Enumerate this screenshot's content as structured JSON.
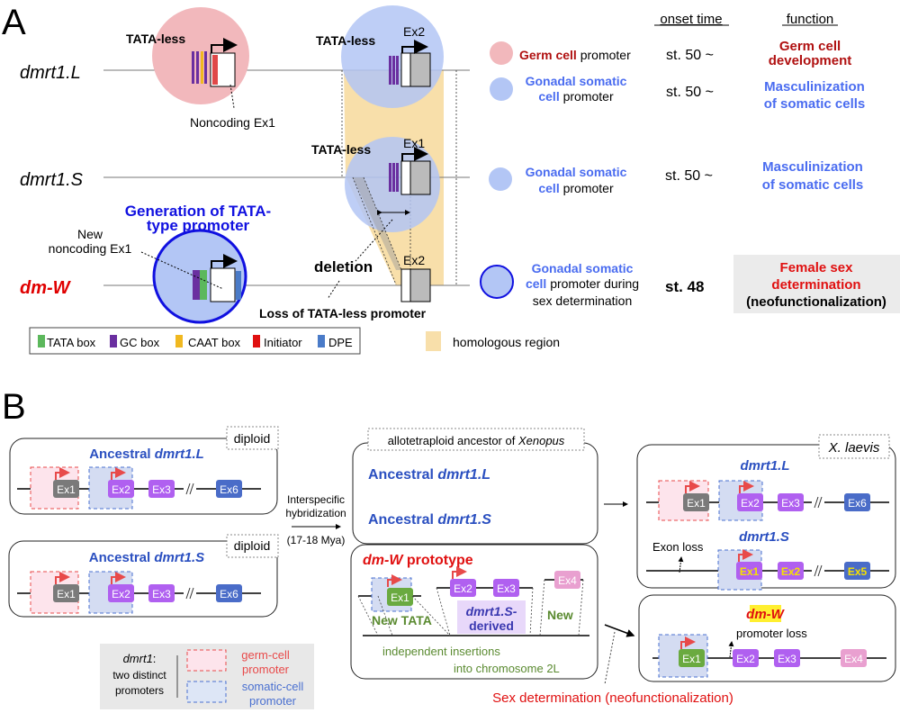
{
  "panelA": {
    "label": "A",
    "headers": {
      "onset": "onset time",
      "function": "function"
    },
    "genes": [
      {
        "name": "dmrt1.L",
        "color": "#000000"
      },
      {
        "name": "dmrt1.S",
        "color": "#000000"
      },
      {
        "name": "dm-W",
        "color": "#e00000"
      }
    ],
    "labels": {
      "tata_less_1": "TATA-less",
      "tata_less_2": "TATA-less",
      "tata_less_3": "TATA-less",
      "ex2_top": "Ex2",
      "ex1_mid": "Ex1",
      "ex2_bottom": "Ex2",
      "noncoding_ex1": "Noncoding Ex1",
      "generation_line1": "Generation of TATA-",
      "generation_line2": "type promoter",
      "new_noncoding_line1": "New",
      "new_noncoding_line2": "noncoding Ex1",
      "deletion": "deletion",
      "loss": "Loss of TATA-less promoter"
    },
    "rows": [
      {
        "legend_bold": "Germ cell",
        "legend_rest": " promoter",
        "legend_line2_bold": "",
        "legend_line2_rest": "",
        "onset": "st. 50 ~",
        "function_line1": "Germ cell",
        "function_line2": "development"
      },
      {
        "legend_bold": "Gonadal somatic",
        "legend_rest": "",
        "legend_line2_bold": "cell",
        "legend_line2_rest": " promoter",
        "onset": "st. 50 ~",
        "function_line1": "Masculinization",
        "function_line2": "of somatic cells"
      },
      {
        "legend_bold": "Gonadal somatic",
        "legend_rest": "",
        "legend_line2_bold": "cell",
        "legend_line2_rest": " promoter",
        "onset": "st. 50 ~",
        "function_line1": "Masculinization",
        "function_line2": "of somatic cells"
      },
      {
        "legend_bold": "Gonadal somatic",
        "legend_rest": "",
        "legend_line2_bold": "cell",
        "legend_line2_rest": " promoter during",
        "legend_line3": "sex determination",
        "onset": "st. 48",
        "function_line1": "Female sex",
        "function_line2": "determination",
        "function_line3": "(neofunctionalization)"
      }
    ],
    "legend": [
      {
        "label": "TATA box",
        "color": "#5cb85c"
      },
      {
        "label": "GC box",
        "color": "#6a2fa0"
      },
      {
        "label": "CAAT box",
        "color": "#f0b820"
      },
      {
        "label": "Initiator",
        "color": "#e01010"
      },
      {
        "label": "DPE",
        "color": "#4a7bc8"
      }
    ],
    "homologous_label": "homologous region",
    "colors": {
      "germ": "#f2b8bc",
      "somatic": "#b3c6f5",
      "homologous": "#f8dfaa",
      "dmw_ring": "#1010e0",
      "germ_text": "#b01010",
      "somatic_text": "#4a6cf0",
      "female_text": "#e01010"
    }
  },
  "panelB": {
    "label": "B",
    "ancestral_L": {
      "tag": "diploid",
      "title_prefix": "Ancestral ",
      "title_gene": "dmrt1.L",
      "exons": [
        "Ex1",
        "Ex2",
        "Ex3",
        "Ex6"
      ]
    },
    "ancestral_S": {
      "tag": "diploid",
      "title_prefix": "Ancestral ",
      "title_gene": "dmrt1.S",
      "exons": [
        "Ex1",
        "Ex2",
        "Ex3",
        "Ex6"
      ]
    },
    "hybridization": {
      "line1": "Interspecific",
      "line2": "hybridization",
      "line3": "(17-18 Mya)"
    },
    "allotetraploid": {
      "tag_prefix": "allotetraploid ancestor of ",
      "tag_species": "Xenopus",
      "line1_prefix": "Ancestral ",
      "line1_gene": "dmrt1.L",
      "line2_prefix": "Ancestral ",
      "line2_gene": "dmrt1.S"
    },
    "prototype": {
      "title_gene": "dm-W",
      "title_rest": " prototype",
      "exons": [
        "Ex1",
        "Ex2",
        "Ex3",
        "Ex4"
      ],
      "new_tata": "New TATA",
      "derived_line1": "dmrt1.S-",
      "derived_line2": "derived",
      "new": "New",
      "insert_line1": "independent insertions",
      "insert_line2": "into chromosome 2L"
    },
    "xlaevis": {
      "tag": "X. laevis",
      "L_gene": "dmrt1.L",
      "L_exons": [
        "Ex1",
        "Ex2",
        "Ex3",
        "Ex6"
      ],
      "S_gene": "dmrt1.S",
      "S_exons": [
        "Ex1",
        "Ex2",
        "Ex5"
      ],
      "exon_loss": "Exon loss"
    },
    "dmw": {
      "title": "dm-W",
      "exons": [
        "Ex1",
        "Ex2",
        "Ex3",
        "Ex4"
      ],
      "promoter_loss": "promoter loss"
    },
    "sex_det": "Sex determination (neofunctionalization)",
    "key": {
      "gene": "dmrt1",
      "colon": ":",
      "line2": "two distinct",
      "line3": "promoters",
      "germ_line1": "germ-cell",
      "germ_line2": "promoter",
      "som_line1": "somatic-cell",
      "som_line2": "promoter"
    },
    "colors": {
      "title_blue": "#2a4fc0",
      "ex_grey": "#7a7a7a",
      "ex_purple": "#b060f0",
      "ex_blue": "#4a6cc8",
      "ex_green": "#6aaa40",
      "ex_pink": "#e9a0d0",
      "ex_yellow_text": "#f5e000",
      "dashed_red": "#e84a4a",
      "dashed_blue": "#4a70d0",
      "germ_fill": "#fde4ec",
      "som_fill": "#d4dcf2",
      "green_text": "#5a8a30",
      "red": "#e01010",
      "derived_bg": "#e8d8fa",
      "derived_text": "#3a38b0",
      "key_bg": "#e8e8e8"
    }
  }
}
